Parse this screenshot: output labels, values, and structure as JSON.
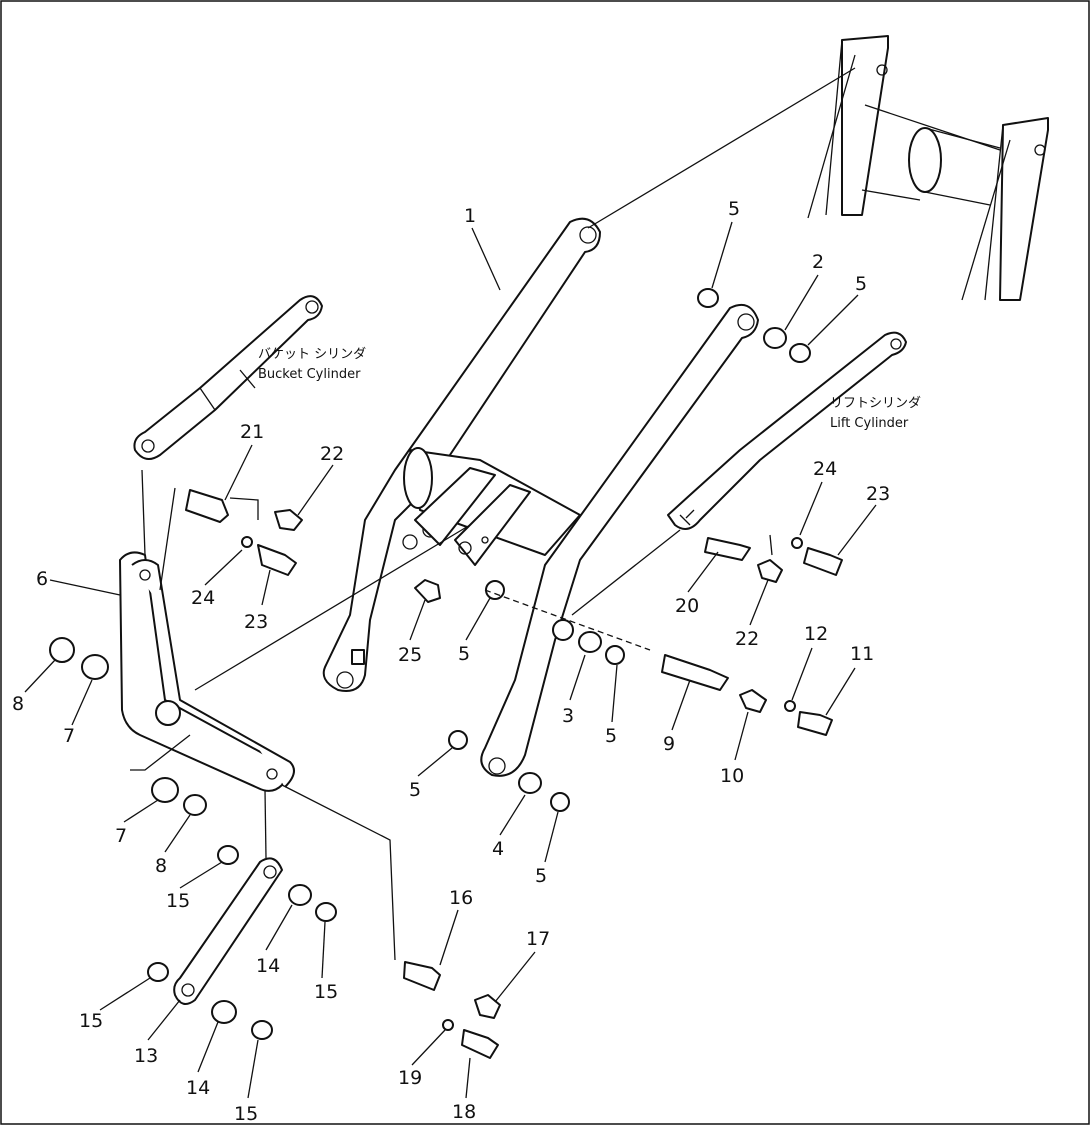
{
  "labels": {
    "bucket_cylinder_jp": "バケット シリンダ",
    "bucket_cylinder_en": "Bucket Cylinder",
    "lift_cylinder_jp": "リフトシリンダ",
    "lift_cylinder_en": "Lift Cylinder"
  },
  "callouts": [
    {
      "id": "c1",
      "text": "1"
    },
    {
      "id": "c2",
      "text": "2"
    },
    {
      "id": "c3",
      "text": "3"
    },
    {
      "id": "c4",
      "text": "4"
    },
    {
      "id": "c5a",
      "text": "5"
    },
    {
      "id": "c5b",
      "text": "5"
    },
    {
      "id": "c5c",
      "text": "5"
    },
    {
      "id": "c5d",
      "text": "5"
    },
    {
      "id": "c5e",
      "text": "5"
    },
    {
      "id": "c5f",
      "text": "5"
    },
    {
      "id": "c6",
      "text": "6"
    },
    {
      "id": "c7a",
      "text": "7"
    },
    {
      "id": "c7b",
      "text": "7"
    },
    {
      "id": "c8a",
      "text": "8"
    },
    {
      "id": "c8b",
      "text": "8"
    },
    {
      "id": "c9",
      "text": "9"
    },
    {
      "id": "c10",
      "text": "10"
    },
    {
      "id": "c11",
      "text": "11"
    },
    {
      "id": "c12",
      "text": "12"
    },
    {
      "id": "c13",
      "text": "13"
    },
    {
      "id": "c14a",
      "text": "14"
    },
    {
      "id": "c14b",
      "text": "14"
    },
    {
      "id": "c15a",
      "text": "15"
    },
    {
      "id": "c15b",
      "text": "15"
    },
    {
      "id": "c15c",
      "text": "15"
    },
    {
      "id": "c15d",
      "text": "15"
    },
    {
      "id": "c16",
      "text": "16"
    },
    {
      "id": "c17",
      "text": "17"
    },
    {
      "id": "c18",
      "text": "18"
    },
    {
      "id": "c19",
      "text": "19"
    },
    {
      "id": "c20",
      "text": "20"
    },
    {
      "id": "c21",
      "text": "21"
    },
    {
      "id": "c22a",
      "text": "22"
    },
    {
      "id": "c22b",
      "text": "22"
    },
    {
      "id": "c23a",
      "text": "23"
    },
    {
      "id": "c23b",
      "text": "23"
    },
    {
      "id": "c24a",
      "text": "24"
    },
    {
      "id": "c24b",
      "text": "24"
    },
    {
      "id": "c25",
      "text": "25"
    }
  ]
}
